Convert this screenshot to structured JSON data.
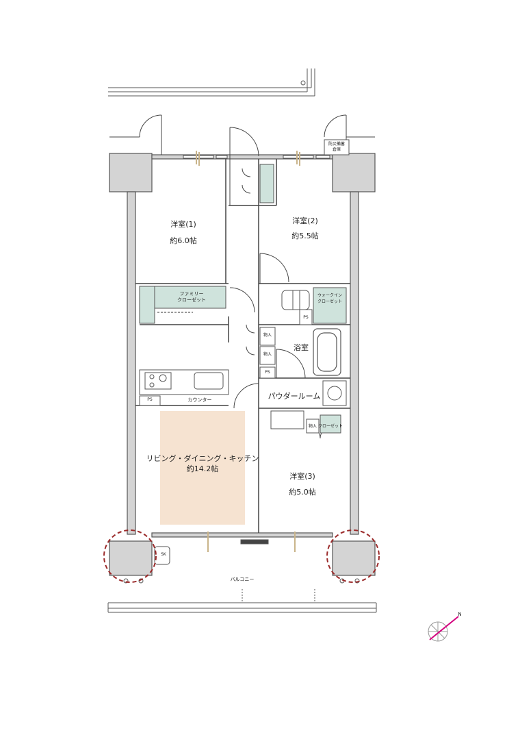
{
  "colors": {
    "wall": "#d4d4d4",
    "wall_edge": "#555555",
    "storage": "#cfe3dc",
    "ldk": "#f6e3d1",
    "line": "#333333",
    "marker": "#9b2a2a",
    "compass": "#d4007f"
  },
  "labels": {
    "bedroom1_name": "洋室(1)",
    "bedroom1_area": "約6.0帖",
    "bedroom2_name": "洋室(2)",
    "bedroom2_area": "約5.5帖",
    "bedroom3_name": "洋室(3)",
    "bedroom3_area": "約5.0帖",
    "ldk_name": "リビング・ダイニング・キッチン",
    "ldk_area": "約14.2帖",
    "family_closet_1": "ファミリー",
    "family_closet_2": "クローゼット",
    "walkin_1": "ウォークイン",
    "walkin_2": "クローゼット",
    "bath": "浴室",
    "powder": "パウダールーム",
    "counter": "カウンター",
    "storage1": "物入",
    "storage2": "物入",
    "storage3": "物入",
    "closet3": "クローゼット",
    "ps1": "PS",
    "ps2": "PS",
    "ps3": "PS",
    "balcony": "バルコニー",
    "disaster1": "防災備蓄",
    "disaster2": "倉庫",
    "sk": "SK",
    "north": "N"
  }
}
